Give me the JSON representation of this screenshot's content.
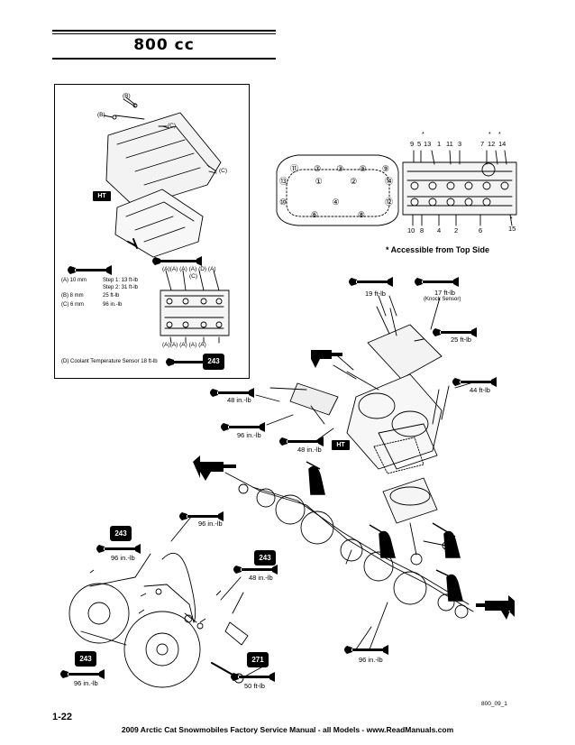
{
  "header": {
    "title": "800 cc"
  },
  "inset": {
    "callouts": {
      "b1": "(B)",
      "b2": "(B)",
      "c1": "(C)",
      "c2": "(C)"
    },
    "case_callouts_top": "(A)(A)   (A)  (A)  (D)  (A)",
    "case_callout_c": "(C)",
    "case_callouts_bottom": "(A)(A)   (A)   (A)   (A)",
    "specs": [
      {
        "size": "(A) 10 mm",
        "torque": "Step 1: 13 ft-lb"
      },
      {
        "size": "",
        "torque": "Step 2: 31 ft-lb"
      },
      {
        "size": "(B) 8 mm",
        "torque": "25 ft-lb"
      },
      {
        "size": "(C) 6 mm",
        "torque": "96 in.-lb"
      }
    ],
    "coolant_sensor": "(D) Coolant Temperature Sensor  18 ft-lb",
    "badge": "243",
    "ht": "HT"
  },
  "head_pattern": {
    "top_numbers": [
      "9",
      "5",
      "13",
      "1",
      "11",
      "3",
      "7",
      "12",
      "14"
    ],
    "bottom_numbers": [
      "10",
      "8",
      "4",
      "2",
      "6",
      "15"
    ],
    "star": "*",
    "note": "* Accessible from Top Side",
    "circled_top": [
      "⑪",
      "⑦",
      "③",
      "⑤",
      "⑨"
    ],
    "circled_mid1": [
      "⑬",
      "①",
      "②",
      "⑭"
    ],
    "circled_mid2": [
      "⑩",
      "④",
      "⑫"
    ],
    "circled_bottom": [
      "⑥",
      "⑧"
    ]
  },
  "torques": {
    "t19": "19 ft-lb",
    "t17": "17 ft-lb",
    "knock": "(Knock Sensor)",
    "t25": "25 ft-lb",
    "t44": "44 ft-lb",
    "t48a": "48 in.-lb",
    "t96a": "96 in.-lb",
    "t48b": "48 in.-lb",
    "t96b": "96 in.-lb",
    "t96c": "96 in.-lb",
    "t48c": "48 in.-lb",
    "t96d": "96 in.-lb",
    "t96e": "96 in.-lb",
    "t50": "50 ft-lb"
  },
  "badges": {
    "b243a": "243",
    "b243b": "243",
    "b243c": "243",
    "b271": "271",
    "ht2": "HT"
  },
  "footer": {
    "page": "1-22",
    "text": "2009 Arctic Cat Snowmobiles Factory Service Manual - all Models  -   www.ReadManuals.com",
    "figure_id": "800_09_1"
  }
}
